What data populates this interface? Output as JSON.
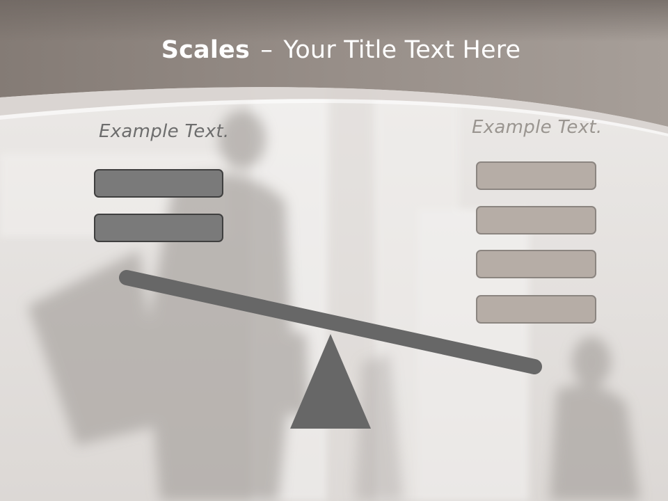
{
  "title": {
    "bold_text": "Scales",
    "separator": "–",
    "rest_text": "Your Title Text Here"
  },
  "left_side": {
    "caption": "Example Text.",
    "weights": [
      {
        "id": 1
      },
      {
        "id": 2
      }
    ]
  },
  "right_side": {
    "caption": "Example Text.",
    "weights": [
      {
        "id": 1
      },
      {
        "id": 2
      },
      {
        "id": 3
      },
      {
        "id": 4
      }
    ]
  },
  "colors": {
    "header_band": "#8f8680",
    "beam": "#676767",
    "fulcrum": "#676767",
    "left_weight_fill": "#7a7a7a",
    "right_weight_fill": "#b6ada6"
  }
}
